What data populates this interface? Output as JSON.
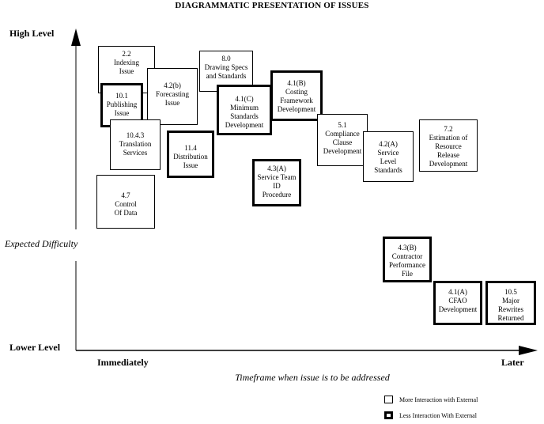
{
  "title": "DIAGRAMMATIC PRESENTATION OF ISSUES",
  "y_axis": {
    "top_label": "High Level",
    "middle_label": "Expected Difficulty",
    "bottom_label": "Lower Level"
  },
  "x_axis": {
    "left_label": "Immediately",
    "right_label": "Later",
    "title": "Timeframe when issue is to be addressed"
  },
  "legend": {
    "more": "More Interaction with External",
    "less": "Less Interaction With External"
  },
  "issues": [
    {
      "id": "2-2",
      "lines": [
        "2.2",
        "Indexing",
        "Issue"
      ]
    },
    {
      "id": "4-2-b",
      "lines": [
        "4.2(b)",
        "Forecasting",
        "Issue"
      ]
    },
    {
      "id": "10-1",
      "lines": [
        "10.1",
        "Publishing",
        "Issue"
      ]
    },
    {
      "id": "8-0",
      "lines": [
        "8.0",
        "Drawing Specs",
        "and Standards"
      ]
    },
    {
      "id": "4-1-c",
      "lines": [
        "4.1(C)",
        "Minimum",
        "Standards",
        "Development"
      ]
    },
    {
      "id": "4-1-b",
      "lines": [
        "4.1(B)",
        "Costing",
        "Framework",
        "Development"
      ]
    },
    {
      "id": "10-4-3",
      "lines": [
        "10.4.3",
        "Translation",
        "Services"
      ]
    },
    {
      "id": "11-4",
      "lines": [
        "11.4",
        "Distribution",
        "Issue"
      ]
    },
    {
      "id": "5-1",
      "lines": [
        "5.1",
        "Compliance",
        "Clause",
        "Development"
      ]
    },
    {
      "id": "4-2-a",
      "lines": [
        "4.2(A)",
        "Service",
        "Level",
        "Standards"
      ]
    },
    {
      "id": "7-2",
      "lines": [
        "7.2",
        "Estimation of",
        "Resource",
        "Release",
        "Development"
      ]
    },
    {
      "id": "4-3-a",
      "lines": [
        "4.3(A)",
        "Service Team",
        "ID",
        "Procedure"
      ]
    },
    {
      "id": "4-7",
      "lines": [
        "4.7",
        "Control",
        "Of Data"
      ]
    },
    {
      "id": "4-3-b",
      "lines": [
        "4.3(B)",
        "Contractor",
        "Performance",
        "File"
      ]
    },
    {
      "id": "4-1-a",
      "lines": [
        "4.1(A)",
        "CFAO",
        "Development"
      ]
    },
    {
      "id": "10-5",
      "lines": [
        "10.5",
        "Major",
        "Rewrites",
        "Returned"
      ]
    }
  ]
}
